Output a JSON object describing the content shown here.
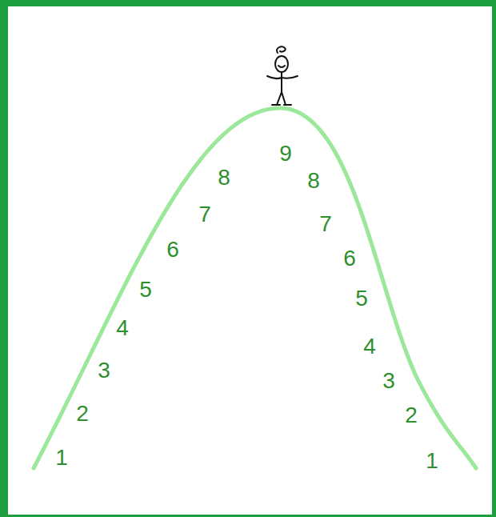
{
  "diagram": {
    "labels": [
      "1",
      "2",
      "3",
      "4",
      "5",
      "6",
      "7",
      "8",
      "9",
      "8",
      "7",
      "6",
      "5",
      "4",
      "3",
      "2",
      "1"
    ]
  }
}
